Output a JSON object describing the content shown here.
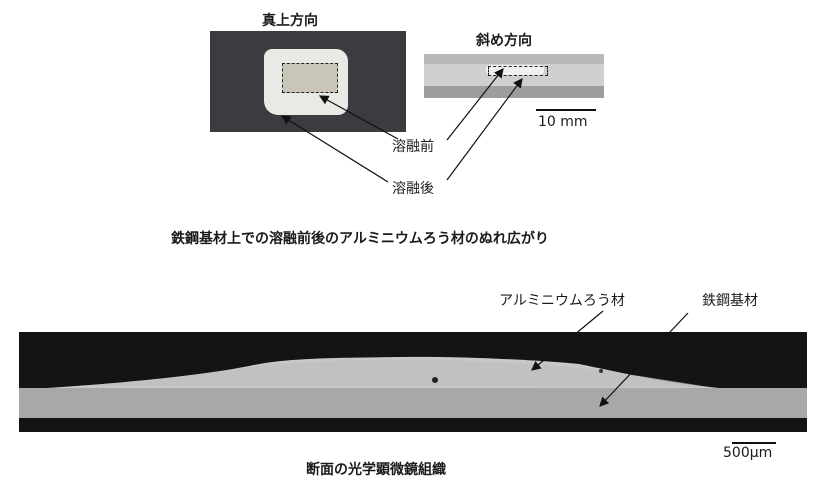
{
  "top_view": {
    "label_top": "真上方向",
    "label_oblique": "斜め方向",
    "scale_label": "10 mm",
    "annotation_before": "溶融前",
    "annotation_after": "溶融後",
    "caption": "鉄鋼基材上での溶融前後のアルミニウムろう材のぬれ広がり"
  },
  "cross_section": {
    "label_filler": "アルミニウムろう材",
    "label_base": "鉄鋼基材",
    "scale_label": "500μm",
    "caption": "断面の光学顕微鏡組織"
  }
}
